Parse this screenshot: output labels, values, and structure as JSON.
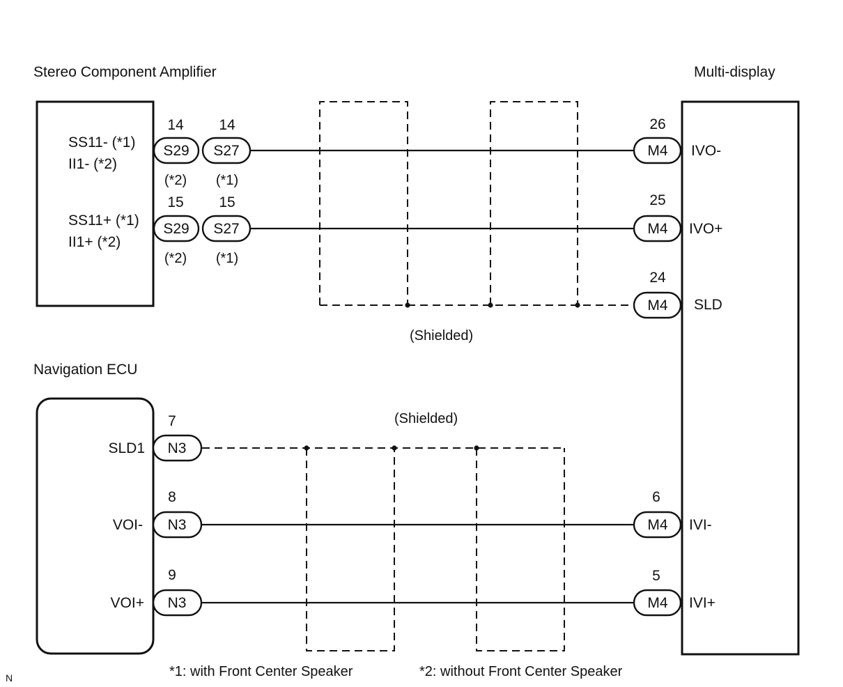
{
  "components": {
    "amplifier": {
      "title": "Stereo Component Amplifier"
    },
    "multi_display": {
      "title": "Multi-display"
    },
    "navigation_ecu": {
      "title": "Navigation ECU"
    }
  },
  "amplifier_pins": [
    {
      "label_line1": "SS11- (*1)",
      "label_line2": "II1- (*2)",
      "conn_a": "S29",
      "pin_a": "14",
      "note_a": "(*2)",
      "conn_b": "S27",
      "pin_b": "14",
      "note_b": "(*1)"
    },
    {
      "label_line1": "SS11+ (*1)",
      "label_line2": "II1+ (*2)",
      "conn_a": "S29",
      "pin_a": "15",
      "note_a": "(*2)",
      "conn_b": "S27",
      "pin_b": "15",
      "note_b": "(*1)"
    }
  ],
  "display_pins": [
    {
      "conn": "M4",
      "pin": "26",
      "label": "IVO-"
    },
    {
      "conn": "M4",
      "pin": "25",
      "label": "IVO+"
    },
    {
      "conn": "M4",
      "pin": "24",
      "label": "SLD"
    },
    {
      "conn": "M4",
      "pin": "6",
      "label": "IVI-"
    },
    {
      "conn": "M4",
      "pin": "5",
      "label": "IVI+"
    }
  ],
  "nav_pins": [
    {
      "conn": "N3",
      "pin": "7",
      "label": "SLD1"
    },
    {
      "conn": "N3",
      "pin": "8",
      "label": "VOI-"
    },
    {
      "conn": "N3",
      "pin": "9",
      "label": "VOI+"
    }
  ],
  "shield_labels": {
    "upper": "(Shielded)",
    "lower": "(Shielded)"
  },
  "footnotes": {
    "note1": "*1: with Front Center Speaker",
    "note2": "*2: without Front Center Speaker"
  },
  "corner_mark": "N"
}
